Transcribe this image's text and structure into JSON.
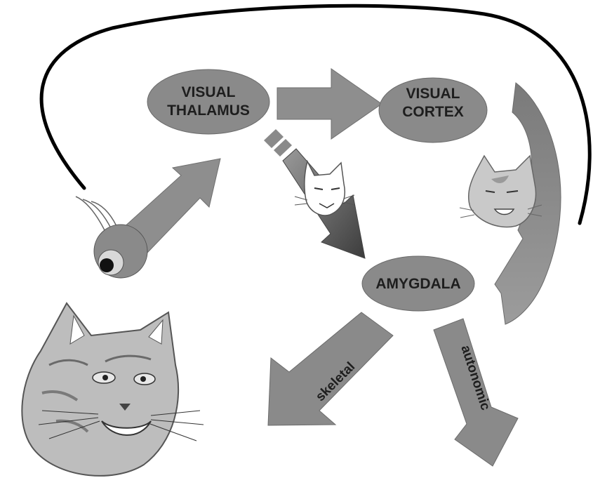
{
  "nodes": {
    "thalamus": {
      "line1": "VISUAL",
      "line2": "THALAMUS"
    },
    "cortex": {
      "line1": "VISUAL",
      "line2": "CORTEX"
    },
    "amygdala": {
      "label": "AMYGDALA"
    }
  },
  "outputs": {
    "skeletal": "skeletal",
    "autonomic": "autonomic"
  },
  "colors": {
    "node_fill": "#8a8a8a",
    "arrow_fill": "#8e8e8e",
    "dark_arrow_fill": "#555555",
    "loop_stroke": "#000000"
  },
  "icons": [
    "eye-icon",
    "cat-face-icon"
  ]
}
